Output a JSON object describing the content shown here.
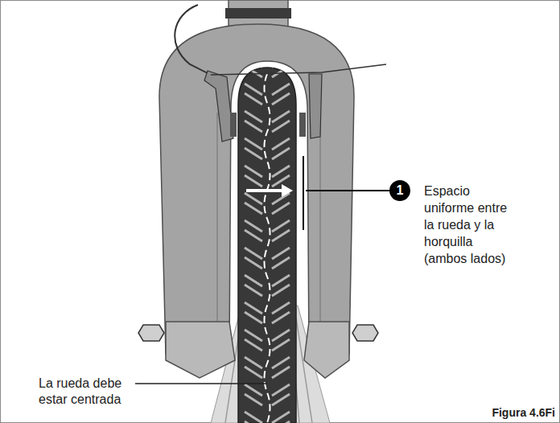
{
  "diagram": {
    "caption": "Figura 4.6Fi",
    "labels": [
      "1",
      "Espacio uniforme entre la rueda y la horquilla (ambos lados)",
      "La rueda debe estar centrada"
    ]
  }
}
